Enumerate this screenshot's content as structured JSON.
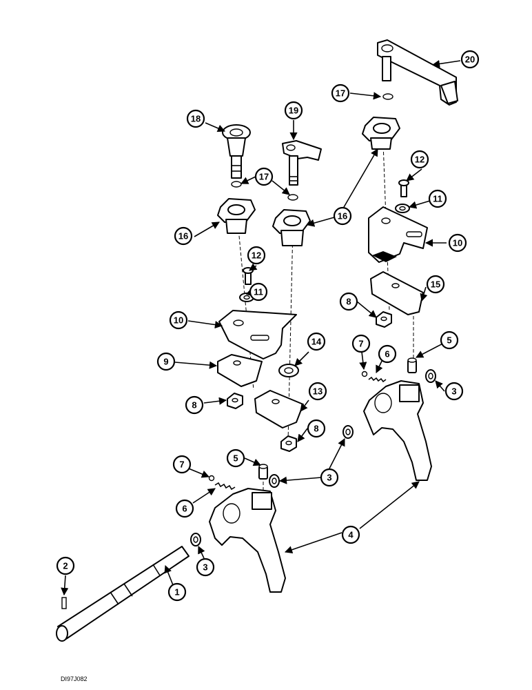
{
  "figure_ref": "DI97J082",
  "callouts": {
    "c1": "1",
    "c2": "2",
    "c3a": "3",
    "c3b": "3",
    "c3c": "3",
    "c4": "4",
    "c5a": "5",
    "c5b": "5",
    "c6a": "6",
    "c6b": "6",
    "c7a": "7",
    "c7b": "7",
    "c8a": "8",
    "c8b": "8",
    "c8c": "8",
    "c9": "9",
    "c10a": "10",
    "c10b": "10",
    "c11a": "11",
    "c11b": "11",
    "c12a": "12",
    "c12b": "12",
    "c13": "13",
    "c14": "14",
    "c15": "15",
    "c16a": "16",
    "c16b": "16",
    "c16c": "16",
    "c17a": "17",
    "c17b": "17",
    "c18": "18",
    "c19": "19",
    "c20": "20"
  }
}
